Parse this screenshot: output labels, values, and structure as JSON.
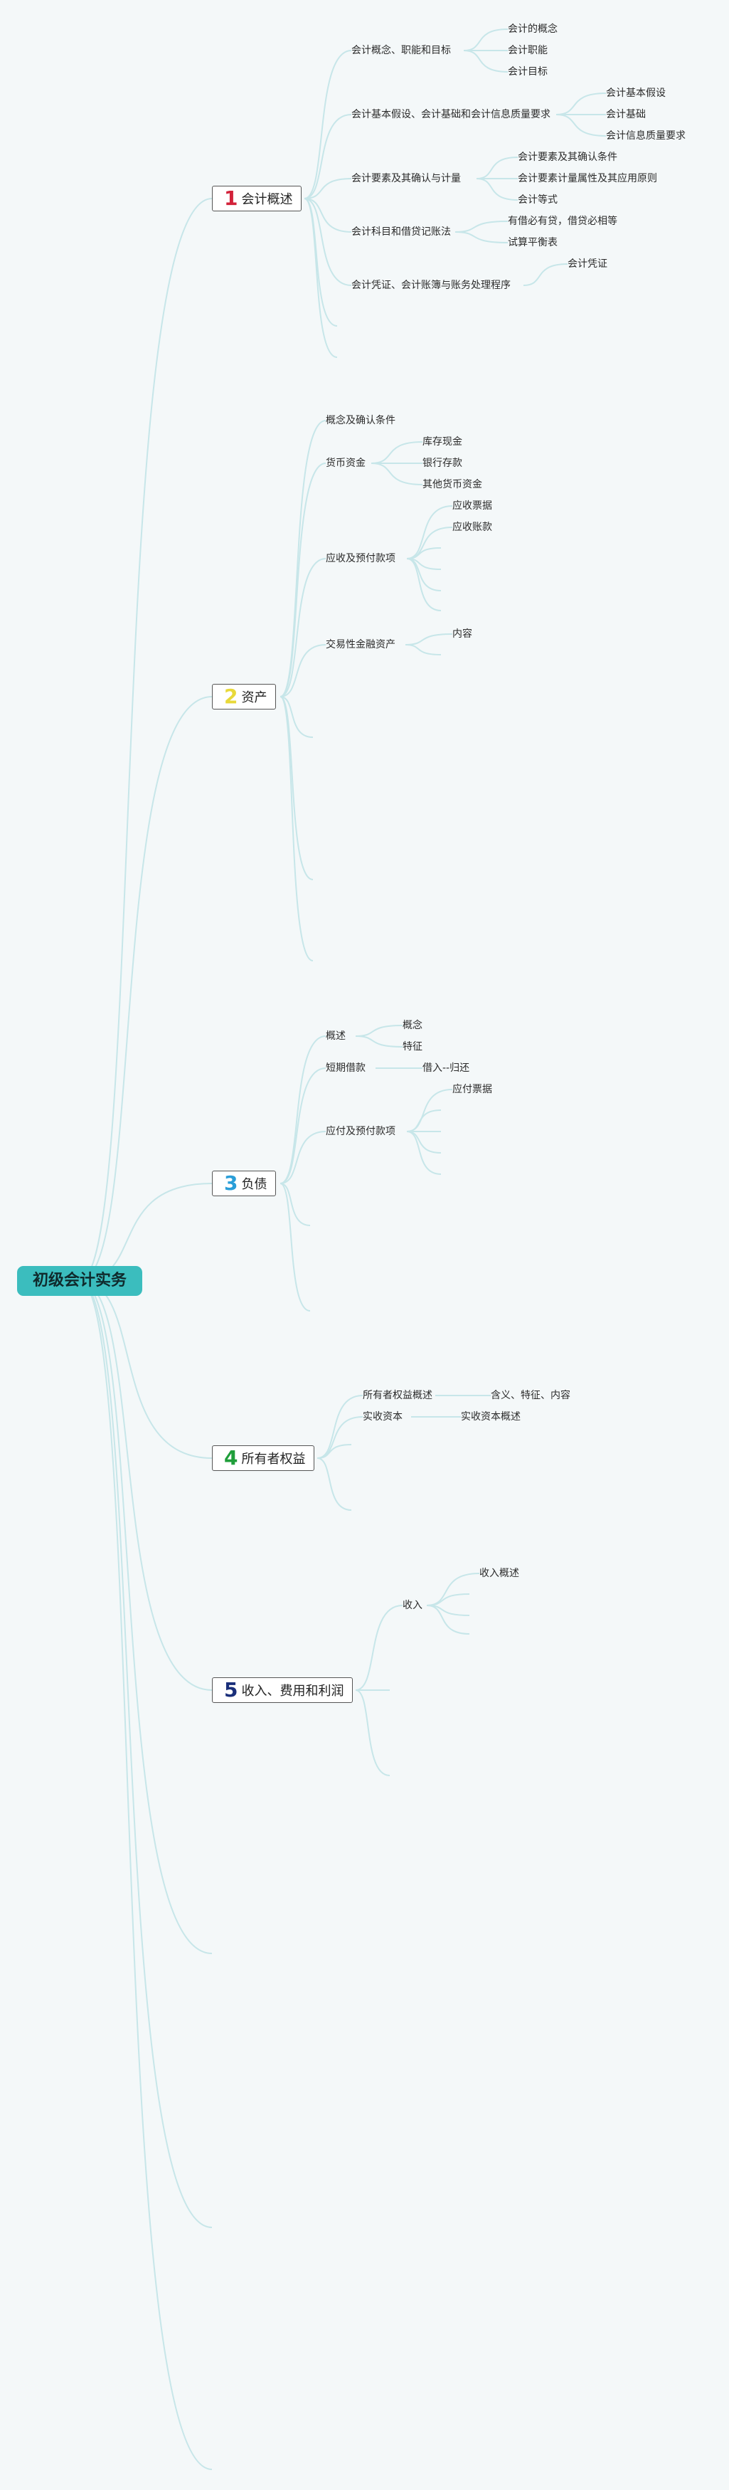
{
  "root": "初级会计实务",
  "chapters": [
    {
      "num": "1",
      "num_color": "#d2223a",
      "title": "会计概述",
      "topics": [
        {
          "label": "会计概念、职能和目标",
          "items": [
            "会计的概念",
            "会计职能",
            "会计目标"
          ]
        },
        {
          "label": "会计基本假设、会计基础和会计信息质量要求",
          "items": [
            "会计基本假设",
            "会计基础",
            "会计信息质量要求"
          ]
        },
        {
          "label": "会计要素及其确认与计量",
          "items": [
            "会计要素及其确认条件",
            "会计要素计量属性及其应用原则",
            "会计等式"
          ]
        },
        {
          "label": "会计科目和借贷记账法",
          "items": [
            "有借必有贷，借贷必相等",
            "试算平衡表"
          ]
        },
        {
          "label": "会计凭证、会计账簿与账务处理程序",
          "items": [
            "会计凭证"
          ]
        }
      ]
    },
    {
      "num": "2",
      "num_color": "#e8d93a",
      "title": "资产",
      "topics": [
        {
          "label": "概念及确认条件",
          "items": []
        },
        {
          "label": "货币资金",
          "items": [
            "库存现金",
            "银行存款",
            "其他货币资金"
          ]
        },
        {
          "label": "应收及预付款项",
          "items": [
            "应收票据",
            "应收账款"
          ]
        },
        {
          "label": "交易性金融资产",
          "items": [
            "内容"
          ]
        }
      ]
    },
    {
      "num": "3",
      "num_color": "#2a9ed8",
      "title": "负债",
      "topics": [
        {
          "label": "概述",
          "items": [
            "概念",
            "特征"
          ]
        },
        {
          "label": "短期借款",
          "items": [
            "借入--归还"
          ]
        },
        {
          "label": "应付及预付款项",
          "items": [
            "应付票据"
          ]
        }
      ]
    },
    {
      "num": "4",
      "num_color": "#1f9e3a",
      "title": "所有者权益",
      "topics": [
        {
          "label": "所有者权益概述",
          "items": [
            "含义、特征、内容"
          ]
        },
        {
          "label": "实收资本",
          "items": [
            "实收资本概述"
          ]
        }
      ]
    },
    {
      "num": "5",
      "num_color": "#1a2f7a",
      "title": "收入、费用和利润",
      "topics": [
        {
          "label": "收入",
          "items": [
            "收入概述"
          ]
        }
      ]
    }
  ]
}
